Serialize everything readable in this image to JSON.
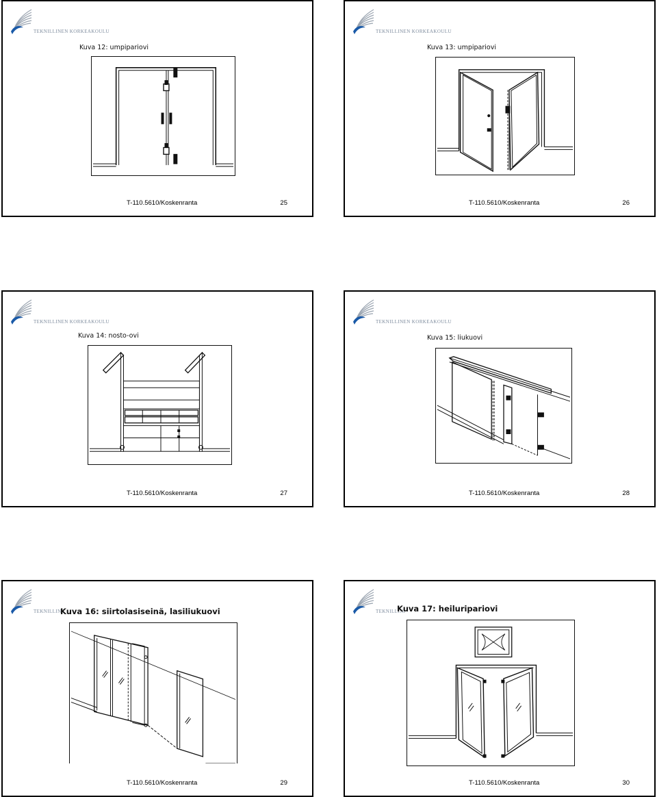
{
  "org_name": "TEKNILLINEN KORKEAKOULU",
  "org_name_cut": "TEKNILLINI",
  "slides": [
    {
      "title": "Kuva 12: umpipariovi",
      "course": "T-110.5610/Koskenranta",
      "page": "25"
    },
    {
      "title": "Kuva 13: umpipariovi",
      "course": "T-110.5610/Koskenranta",
      "page": "26"
    },
    {
      "title": "Kuva 14: nosto-ovi",
      "course": "T-110.5610/Koskenranta",
      "page": "27"
    },
    {
      "title": "Kuva 15: liukuovi",
      "course": "T-110.5610/Koskenranta",
      "page": "28"
    },
    {
      "title": "Kuva 16: siirtolasiseinä, lasiliukuovi",
      "course": "T-110.5610/Koskenranta",
      "page": "29"
    },
    {
      "title": "Kuva 17: heiluripariovi",
      "course": "T-110.5610/Koskenranta",
      "page": "30"
    }
  ],
  "colors": {
    "logo_blue": "#1a5aa8",
    "logo_gray": "#9aa4b0",
    "line": "#111111"
  }
}
